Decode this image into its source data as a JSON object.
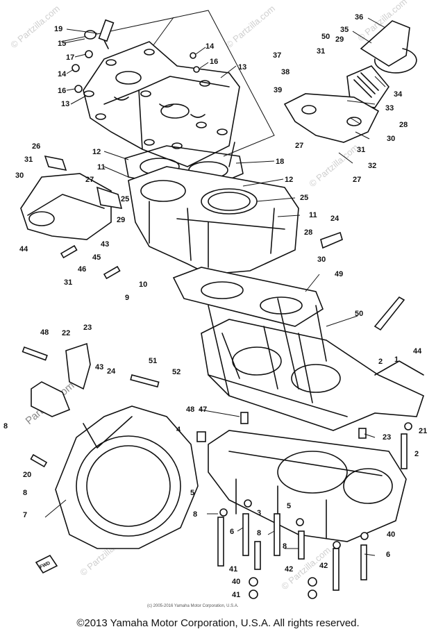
{
  "copyright": "©2013 Yamaha Motor Corporation, U.S.A. All rights reserved.",
  "fine_print": "(c) 2005-2016 Yamaha Motor Corporation, U.S.A.",
  "watermark": "© Partzilla.com",
  "watermark_logo": "Partzilla.com",
  "fwd_badge": "FWD",
  "callouts": [
    "19",
    "15",
    "17",
    "14",
    "16",
    "13",
    "14",
    "16",
    "13",
    "36",
    "35",
    "50",
    "31",
    "29",
    "37",
    "38",
    "34",
    "39",
    "33",
    "28",
    "30",
    "27",
    "31",
    "32",
    "27",
    "12",
    "18",
    "11",
    "12",
    "27",
    "25",
    "25",
    "11",
    "30",
    "31",
    "26",
    "29",
    "43",
    "44",
    "24",
    "28",
    "30",
    "31",
    "46",
    "45",
    "10",
    "9",
    "49",
    "50",
    "48",
    "22",
    "23",
    "51",
    "52",
    "43",
    "24",
    "44",
    "2",
    "1",
    "47",
    "48",
    "4",
    "8",
    "2",
    "21",
    "23",
    "20",
    "8",
    "7",
    "5",
    "8",
    "6",
    "3",
    "8",
    "8",
    "5",
    "40",
    "6",
    "41",
    "42",
    "40",
    "41",
    "42"
  ]
}
